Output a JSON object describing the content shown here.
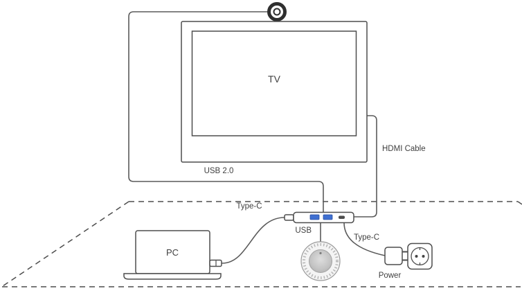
{
  "diagram": {
    "labels": {
      "tv": "TV",
      "pc": "PC",
      "hdmi_cable": "HDMI Cable",
      "usb_2_0": "USB 2.0",
      "type_c_pc": "Type-C",
      "usb_speaker": "USB",
      "type_c_power": "Type-C",
      "power": "Power"
    },
    "colors": {
      "line": "#4d4d4d",
      "usb_port_blue": "#3f6fd1",
      "speaker_gray": "#c4c4c4"
    }
  }
}
